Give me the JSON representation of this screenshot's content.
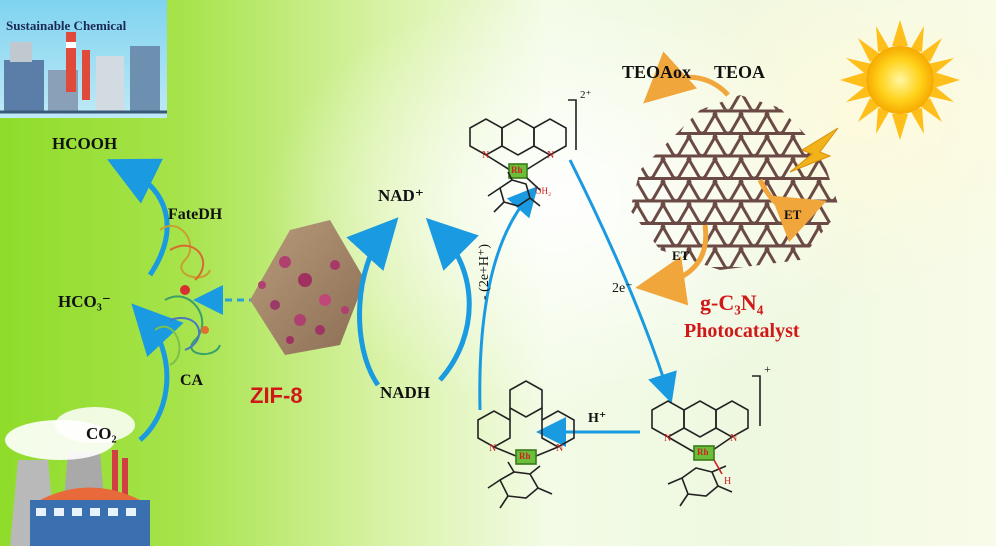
{
  "labels": {
    "sustainable": "Sustainable Chemical",
    "hcooh": "HCOOH",
    "fatedh": "FateDH",
    "hco3": "HCO₃⁻",
    "ca": "CA",
    "co2": "CO₂",
    "zif8": "ZIF-8",
    "nad_plus": "NAD⁺",
    "nadh": "NADH",
    "two_plus": "2⁺",
    "plus": "+",
    "rh": "Rh",
    "oh2": "OH₂",
    "h": "H",
    "n": "N",
    "step_2e": "- (2e+H⁺)",
    "h_plus": "H⁺",
    "two_e": "2e⁻",
    "teoaox": "TEOAox",
    "teoa": "TEOA",
    "et": "ET",
    "gc3n4": "g-C₃N₄",
    "photocatalyst": "Photocatalyst"
  },
  "colors": {
    "arrow_blue": "#1a9ae0",
    "arrow_orange": "#f0a63a",
    "red_text": "#d01818",
    "n_atom": "#d02020",
    "rh_box": "#6cbe3a",
    "network": "#6b4a45",
    "sun": "#ffcf1a"
  }
}
